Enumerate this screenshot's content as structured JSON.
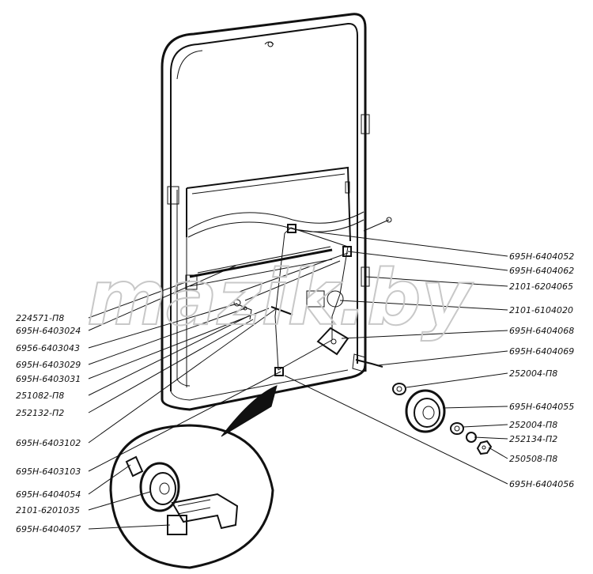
{
  "watermark": "mazik.by",
  "labels": {
    "l01": "695Н-6404052",
    "l02": "695Н-6404062",
    "l03": "2101-6204065",
    "l04": "2101-6104020",
    "l05": "695Н-6404068",
    "l06": "695Н-6404069",
    "l07": "252004-П8",
    "l08": "695Н-6404055",
    "l09": "252004-П8",
    "l10": "252134-П2",
    "l11": "250508-П8",
    "l12": "695Н-6404056",
    "l13": "224571-П8",
    "l14": "695Н-6403024",
    "l15": "6956-6403043",
    "l16": "695Н-6403029",
    "l17": "695Н-6403031",
    "l18": "251082-П8",
    "l19": "252132-П2",
    "l20": "695Н-6403102",
    "l21": "695Н-6403103",
    "l22": "695Н-6404054",
    "l23": "2101-6201035",
    "l24": "695Н-6404057"
  }
}
